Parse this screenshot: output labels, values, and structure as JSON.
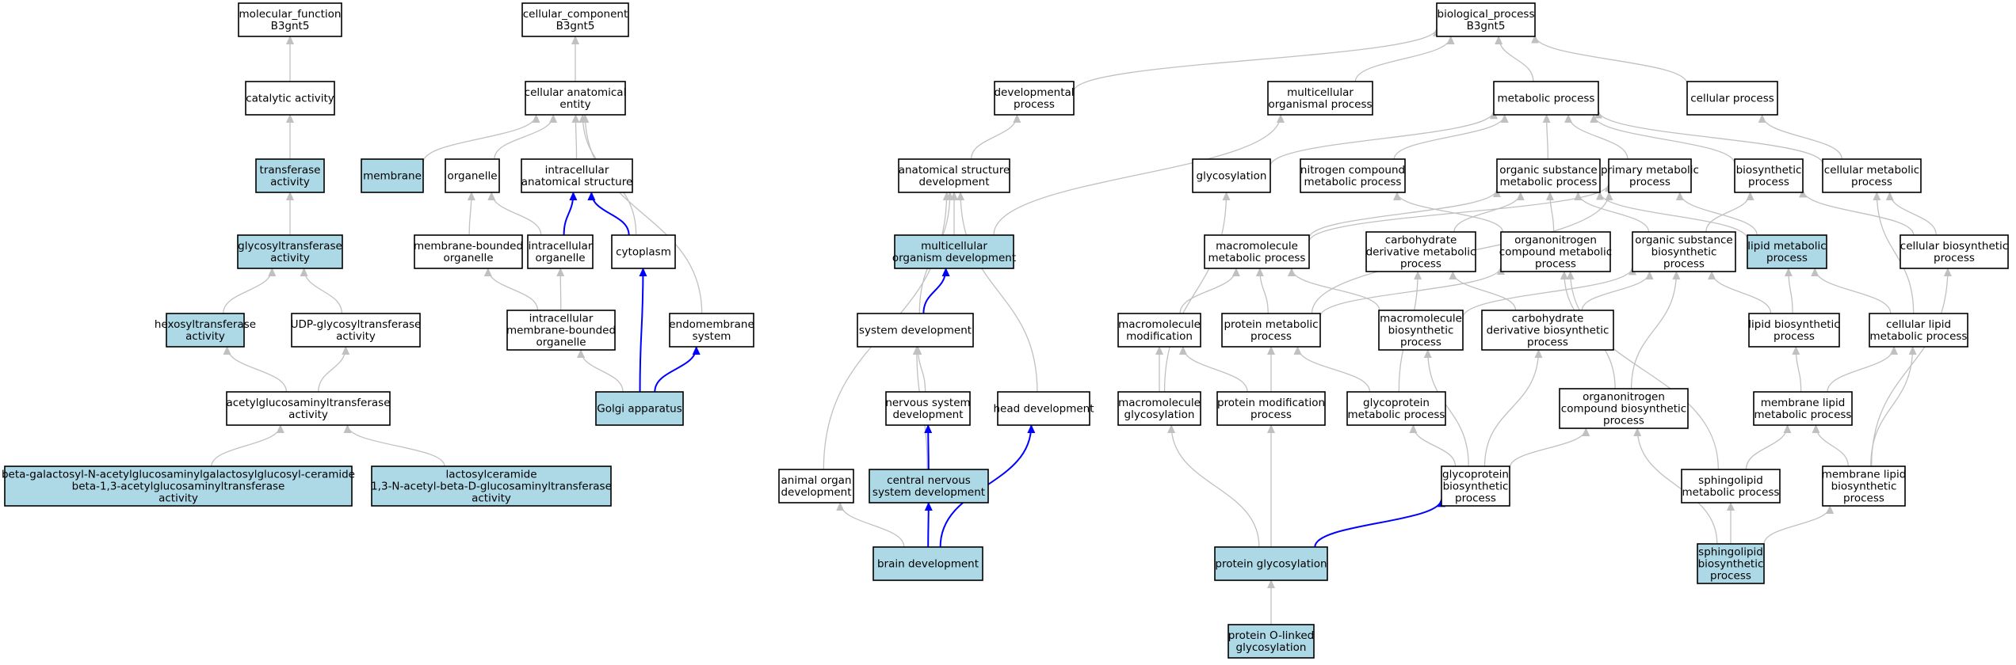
{
  "colors": {
    "plain": "#ffffff",
    "highlight": "#add8e6",
    "edge_default": "#c0c0c0",
    "edge_path": "#0000ff"
  },
  "nodes": [
    {
      "id": "mf",
      "lines": [
        "molecular_function",
        "B3gnt5"
      ],
      "hl": false
    },
    {
      "id": "cat",
      "lines": [
        "catalytic activity"
      ],
      "hl": false
    },
    {
      "id": "trans",
      "lines": [
        "transferase",
        "activity"
      ],
      "hl": true
    },
    {
      "id": "glycos",
      "lines": [
        "glycosyltransferase",
        "activity"
      ],
      "hl": true
    },
    {
      "id": "hexos",
      "lines": [
        "hexosyltransferase",
        "activity"
      ],
      "hl": true
    },
    {
      "id": "udp",
      "lines": [
        "UDP-glycosyltransferase",
        "activity"
      ],
      "hl": false
    },
    {
      "id": "acetyl",
      "lines": [
        "acetylglucosaminyltransferase",
        "activity"
      ],
      "hl": false
    },
    {
      "id": "bgal",
      "lines": [
        "beta-galactosyl-N-acetylglucosaminylgalactosylglucosyl-ceramide",
        "beta-1,3-acetylglucosaminyltransferase",
        "activity"
      ],
      "hl": true
    },
    {
      "id": "lacto",
      "lines": [
        "lactosylceramide",
        "1,3-N-acetyl-beta-D-glucosaminyltransferase",
        "activity"
      ],
      "hl": true
    },
    {
      "id": "cc",
      "lines": [
        "cellular_component",
        "B3gnt5"
      ],
      "hl": false
    },
    {
      "id": "cae",
      "lines": [
        "cellular anatomical",
        "entity"
      ],
      "hl": false
    },
    {
      "id": "membrane",
      "lines": [
        "membrane"
      ],
      "hl": true
    },
    {
      "id": "organelle",
      "lines": [
        "organelle"
      ],
      "hl": false
    },
    {
      "id": "ias",
      "lines": [
        "intracellular",
        "anatomical structure"
      ],
      "hl": false
    },
    {
      "id": "mbo",
      "lines": [
        "membrane-bounded",
        "organelle"
      ],
      "hl": false
    },
    {
      "id": "io",
      "lines": [
        "intracellular",
        "organelle"
      ],
      "hl": false
    },
    {
      "id": "cyto",
      "lines": [
        "cytoplasm"
      ],
      "hl": false
    },
    {
      "id": "imbo",
      "lines": [
        "intracellular",
        "membrane-bounded",
        "organelle"
      ],
      "hl": false
    },
    {
      "id": "endo",
      "lines": [
        "endomembrane",
        "system"
      ],
      "hl": false
    },
    {
      "id": "golgi",
      "lines": [
        "Golgi apparatus"
      ],
      "hl": true
    },
    {
      "id": "bp",
      "lines": [
        "biological_process",
        "B3gnt5"
      ],
      "hl": false
    },
    {
      "id": "devp",
      "lines": [
        "developmental",
        "process"
      ],
      "hl": false
    },
    {
      "id": "mop",
      "lines": [
        "multicellular",
        "organismal process"
      ],
      "hl": false
    },
    {
      "id": "metp",
      "lines": [
        "metabolic process"
      ],
      "hl": false
    },
    {
      "id": "cellp",
      "lines": [
        "cellular process"
      ],
      "hl": false
    },
    {
      "id": "asd",
      "lines": [
        "anatomical structure",
        "development"
      ],
      "hl": false
    },
    {
      "id": "glyc",
      "lines": [
        "glycosylation"
      ],
      "hl": false
    },
    {
      "id": "ncmp",
      "lines": [
        "nitrogen compound",
        "metabolic process"
      ],
      "hl": false
    },
    {
      "id": "osmp",
      "lines": [
        "organic substance",
        "metabolic process"
      ],
      "hl": false
    },
    {
      "id": "pmp",
      "lines": [
        "primary metabolic",
        "process"
      ],
      "hl": false
    },
    {
      "id": "biosp",
      "lines": [
        "biosynthetic",
        "process"
      ],
      "hl": false
    },
    {
      "id": "cmp",
      "lines": [
        "cellular metabolic",
        "process"
      ],
      "hl": false
    },
    {
      "id": "mod",
      "lines": [
        "multicellular",
        "organism development"
      ],
      "hl": true
    },
    {
      "id": "mmp",
      "lines": [
        "macromolecule",
        "metabolic process"
      ],
      "hl": false
    },
    {
      "id": "cdmp",
      "lines": [
        "carbohydrate",
        "derivative metabolic",
        "process"
      ],
      "hl": false
    },
    {
      "id": "oncmp",
      "lines": [
        "organonitrogen",
        "compound metabolic",
        "process"
      ],
      "hl": false
    },
    {
      "id": "osbp",
      "lines": [
        "organic substance",
        "biosynthetic",
        "process"
      ],
      "hl": false
    },
    {
      "id": "lmp",
      "lines": [
        "lipid metabolic",
        "process"
      ],
      "hl": true
    },
    {
      "id": "cbp",
      "lines": [
        "cellular biosynthetic",
        "process"
      ],
      "hl": false
    },
    {
      "id": "sysdev",
      "lines": [
        "system development"
      ],
      "hl": false
    },
    {
      "id": "mmod",
      "lines": [
        "macromolecule",
        "modification"
      ],
      "hl": false
    },
    {
      "id": "protmp",
      "lines": [
        "protein metabolic",
        "process"
      ],
      "hl": false
    },
    {
      "id": "mbiosp",
      "lines": [
        "macromolecule",
        "biosynthetic",
        "process"
      ],
      "hl": false
    },
    {
      "id": "cdbp",
      "lines": [
        "carbohydrate",
        "derivative biosynthetic",
        "process"
      ],
      "hl": false
    },
    {
      "id": "lbp",
      "lines": [
        "lipid biosynthetic",
        "process"
      ],
      "hl": false
    },
    {
      "id": "clmp",
      "lines": [
        "cellular lipid",
        "metabolic process"
      ],
      "hl": false
    },
    {
      "id": "nsd",
      "lines": [
        "nervous system",
        "development"
      ],
      "hl": false
    },
    {
      "id": "headdev",
      "lines": [
        "head development"
      ],
      "hl": false
    },
    {
      "id": "mglyc",
      "lines": [
        "macromolecule",
        "glycosylation"
      ],
      "hl": false
    },
    {
      "id": "pmod",
      "lines": [
        "protein modification",
        "process"
      ],
      "hl": false
    },
    {
      "id": "gpmp",
      "lines": [
        "glycoprotein",
        "metabolic process"
      ],
      "hl": false
    },
    {
      "id": "oncbp",
      "lines": [
        "organonitrogen",
        "compound biosynthetic",
        "process"
      ],
      "hl": false
    },
    {
      "id": "mlmp",
      "lines": [
        "membrane lipid",
        "metabolic process"
      ],
      "hl": false
    },
    {
      "id": "aod",
      "lines": [
        "animal organ",
        "development"
      ],
      "hl": false
    },
    {
      "id": "cnsd",
      "lines": [
        "central nervous",
        "system development"
      ],
      "hl": true
    },
    {
      "id": "gpbp",
      "lines": [
        "glycoprotein",
        "biosynthetic",
        "process"
      ],
      "hl": false
    },
    {
      "id": "smp",
      "lines": [
        "sphingolipid",
        "metabolic process"
      ],
      "hl": false
    },
    {
      "id": "mlbp",
      "lines": [
        "membrane lipid",
        "biosynthetic",
        "process"
      ],
      "hl": false
    },
    {
      "id": "braindev",
      "lines": [
        "brain development"
      ],
      "hl": true
    },
    {
      "id": "protglyc",
      "lines": [
        "protein glycosylation"
      ],
      "hl": true
    },
    {
      "id": "sbp",
      "lines": [
        "sphingolipid",
        "biosynthetic",
        "process"
      ],
      "hl": true
    },
    {
      "id": "pog",
      "lines": [
        "protein O-linked",
        "glycosylation"
      ],
      "hl": true
    }
  ],
  "edges": [
    [
      "cat",
      "mf",
      0
    ],
    [
      "trans",
      "cat",
      0
    ],
    [
      "glycos",
      "trans",
      0
    ],
    [
      "hexos",
      "glycos",
      0
    ],
    [
      "udp",
      "glycos",
      0
    ],
    [
      "acetyl",
      "hexos",
      0
    ],
    [
      "acetyl",
      "udp",
      0
    ],
    [
      "bgal",
      "acetyl",
      0
    ],
    [
      "lacto",
      "acetyl",
      0
    ],
    [
      "cae",
      "cc",
      0
    ],
    [
      "membrane",
      "cae",
      0
    ],
    [
      "organelle",
      "cae",
      0
    ],
    [
      "ias",
      "cae",
      0
    ],
    [
      "cyto",
      "cae",
      0
    ],
    [
      "endo",
      "cae",
      0
    ],
    [
      "mbo",
      "organelle",
      0
    ],
    [
      "io",
      "organelle",
      0
    ],
    [
      "io",
      "ias",
      1
    ],
    [
      "cyto",
      "ias",
      1
    ],
    [
      "imbo",
      "mbo",
      0
    ],
    [
      "imbo",
      "io",
      0
    ],
    [
      "golgi",
      "imbo",
      0
    ],
    [
      "golgi",
      "cyto",
      1
    ],
    [
      "golgi",
      "endo",
      1
    ],
    [
      "devp",
      "bp",
      0
    ],
    [
      "mop",
      "bp",
      0
    ],
    [
      "metp",
      "bp",
      0
    ],
    [
      "cellp",
      "bp",
      0
    ],
    [
      "asd",
      "devp",
      0
    ],
    [
      "mod",
      "asd",
      0
    ],
    [
      "mod",
      "mop",
      0
    ],
    [
      "sysdev",
      "asd",
      0
    ],
    [
      "sysdev",
      "mod",
      1
    ],
    [
      "nsd",
      "sysdev",
      0
    ],
    [
      "cnsd",
      "sysdev",
      0
    ],
    [
      "cnsd",
      "nsd",
      1
    ],
    [
      "headdev",
      "asd",
      0
    ],
    [
      "aod",
      "asd",
      0
    ],
    [
      "braindev",
      "cnsd",
      1
    ],
    [
      "braindev",
      "headdev",
      1
    ],
    [
      "braindev",
      "aod",
      0
    ],
    [
      "glyc",
      "metp",
      0
    ],
    [
      "ncmp",
      "metp",
      0
    ],
    [
      "osmp",
      "metp",
      0
    ],
    [
      "pmp",
      "metp",
      0
    ],
    [
      "biosp",
      "metp",
      0
    ],
    [
      "cmp",
      "metp",
      0
    ],
    [
      "cmp",
      "cellp",
      0
    ],
    [
      "mmp",
      "osmp",
      0
    ],
    [
      "mmp",
      "pmp",
      0
    ],
    [
      "cdmp",
      "osmp",
      0
    ],
    [
      "oncmp",
      "osmp",
      0
    ],
    [
      "oncmp",
      "ncmp",
      0
    ],
    [
      "osbp",
      "osmp",
      0
    ],
    [
      "osbp",
      "biosp",
      0
    ],
    [
      "lmp",
      "pmp",
      0
    ],
    [
      "lmp",
      "osmp",
      0
    ],
    [
      "cbp",
      "biosp",
      0
    ],
    [
      "cbp",
      "cmp",
      0
    ],
    [
      "mmod",
      "mmp",
      0
    ],
    [
      "protmp",
      "mmp",
      0
    ],
    [
      "protmp",
      "oncmp",
      0
    ],
    [
      "protmp",
      "pmp",
      0
    ],
    [
      "mbiosp",
      "mmp",
      0
    ],
    [
      "mbiosp",
      "osbp",
      0
    ],
    [
      "cdbp",
      "cdmp",
      0
    ],
    [
      "cdbp",
      "osbp",
      0
    ],
    [
      "lbp",
      "lmp",
      0
    ],
    [
      "lbp",
      "osbp",
      0
    ],
    [
      "clmp",
      "lmp",
      0
    ],
    [
      "clmp",
      "cmp",
      0
    ],
    [
      "mglyc",
      "mmod",
      0
    ],
    [
      "mglyc",
      "glyc",
      0
    ],
    [
      "pmod",
      "mmod",
      0
    ],
    [
      "pmod",
      "protmp",
      0
    ],
    [
      "gpmp",
      "protmp",
      0
    ],
    [
      "gpmp",
      "cdmp",
      0
    ],
    [
      "oncbp",
      "oncmp",
      0
    ],
    [
      "oncbp",
      "osbp",
      0
    ],
    [
      "mlmp",
      "lbp",
      0
    ],
    [
      "mlmp",
      "clmp",
      0
    ],
    [
      "gpbp",
      "gpmp",
      0
    ],
    [
      "gpbp",
      "mbiosp",
      0
    ],
    [
      "gpbp",
      "cdbp",
      0
    ],
    [
      "gpbp",
      "oncbp",
      0
    ],
    [
      "smp",
      "mlmp",
      0
    ],
    [
      "smp",
      "oncmp",
      0
    ],
    [
      "mlbp",
      "mlmp",
      0
    ],
    [
      "mlbp",
      "clmp",
      0
    ],
    [
      "mlbp",
      "cbp",
      0
    ],
    [
      "protglyc",
      "pmod",
      0
    ],
    [
      "protglyc",
      "mglyc",
      0
    ],
    [
      "protglyc",
      "gpbp",
      1
    ],
    [
      "sbp",
      "smp",
      0
    ],
    [
      "sbp",
      "mlbp",
      0
    ],
    [
      "sbp",
      "oncbp",
      0
    ],
    [
      "pog",
      "protglyc",
      0
    ]
  ]
}
